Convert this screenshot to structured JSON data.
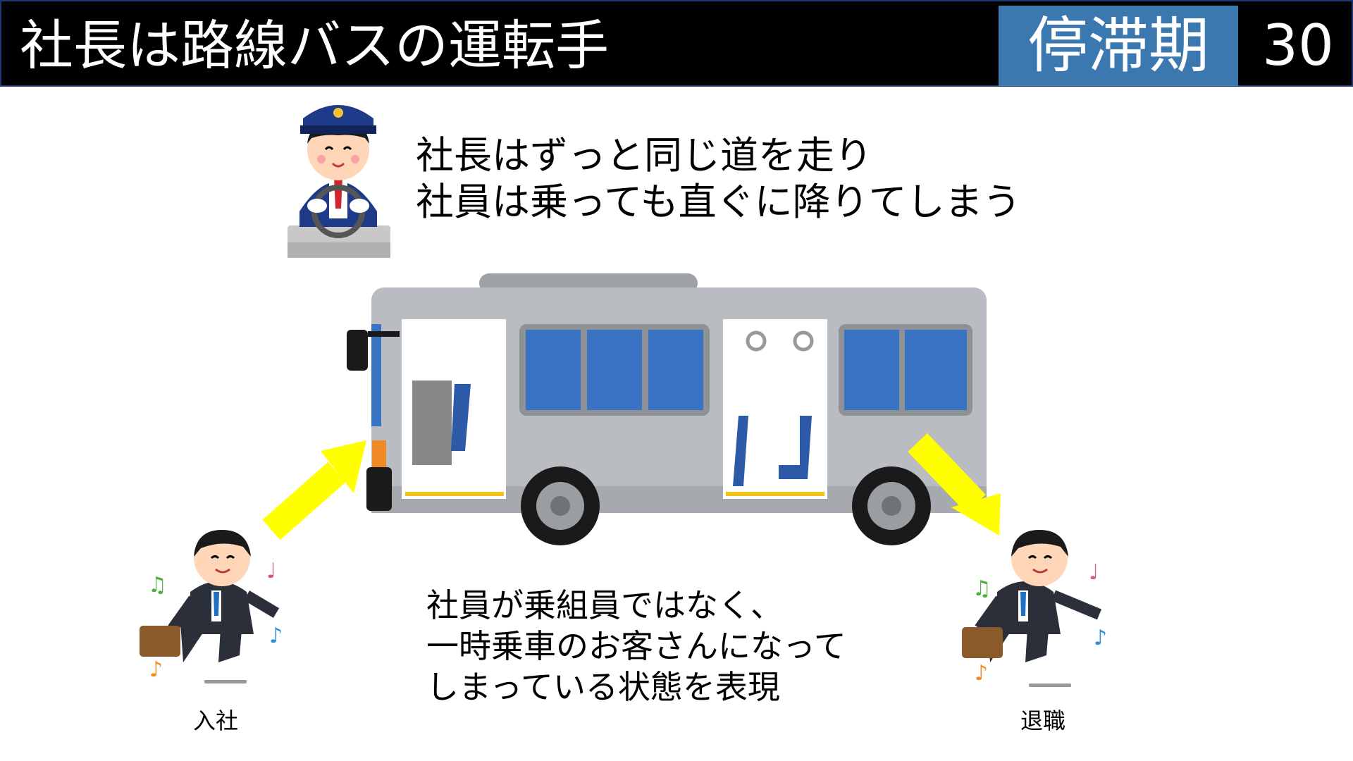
{
  "header": {
    "title": "社長は路線バスの運転手",
    "phase": "停滞期",
    "page_number": "30"
  },
  "caption_top": {
    "line1": "社長はずっと同じ道を走り",
    "line2": "社員は乗っても直ぐに降りてしまう"
  },
  "caption_bottom": {
    "line1": "社員が乗組員ではなく、",
    "line2": "一時乗車のお客さんになって",
    "line3": "しまっている状態を表現"
  },
  "labels": {
    "join": "入社",
    "leave": "退職"
  },
  "colors": {
    "header_bg": "#000000",
    "phase_bg": "#3b78b0",
    "arrow": "#ffff00",
    "bus_body": "#b9bcc1",
    "bus_window": "#3a73c4"
  },
  "icons": [
    "driver-illustration",
    "bus-illustration",
    "employee-boarding-illustration",
    "employee-leaving-illustration",
    "arrow-in-icon",
    "arrow-out-icon",
    "music-note-icon"
  ]
}
